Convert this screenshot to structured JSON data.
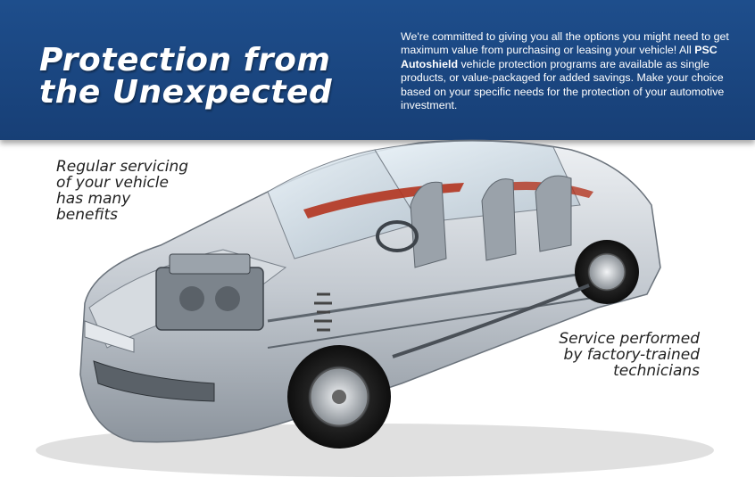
{
  "banner": {
    "headline_line1": "Protection from",
    "headline_line2": "the Unexpected",
    "intro_before": "We're committed to giving you all the options you might need to get maximum value from purchasing or leasing your vehicle! All ",
    "intro_brand": "PSC Autoshield",
    "intro_after": " vehicle protection programs are available as single products, or value-packaged for added savings. Make your choice based on your specific needs for the protection of your automotive investment."
  },
  "callouts": {
    "left": [
      "Regular servicing",
      "of your vehicle",
      "has many",
      "benefits"
    ],
    "right": [
      "Service performed",
      "by factory-trained",
      "technicians"
    ]
  },
  "colors": {
    "banner": "#1e4e8c",
    "text_dark": "#222222",
    "accent_red": "#b3341f"
  },
  "image": {
    "subject": "car-cutaway-illustration"
  }
}
